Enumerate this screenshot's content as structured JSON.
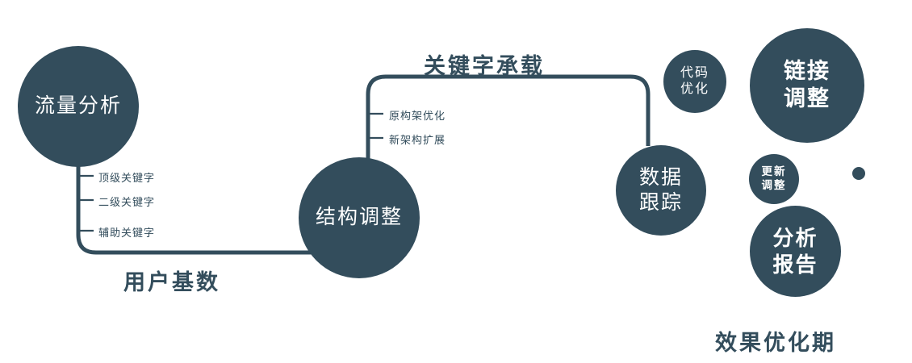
{
  "colors": {
    "primary": "#334d5c",
    "text": "#334d5c",
    "background": "#ffffff"
  },
  "nodes": {
    "traffic": {
      "label": "流量分析"
    },
    "structure": {
      "label": "结构调整"
    },
    "tracking": {
      "label": "数据\n跟踪"
    },
    "code": {
      "label": "代码\n优化"
    },
    "link": {
      "label": "链接\n调整"
    },
    "update": {
      "label": "更新\n调整"
    },
    "report": {
      "label": "分析\n报告"
    }
  },
  "edge_labels": {
    "keyword_carry": "关键字承载",
    "user_base": "用户基数",
    "effect_phase": "效果优化期"
  },
  "branch_labels": {
    "left": [
      "顶级关键字",
      "二级关键字",
      "辅助关键字"
    ],
    "middle": [
      "原构架优化",
      "新架构扩展"
    ]
  }
}
